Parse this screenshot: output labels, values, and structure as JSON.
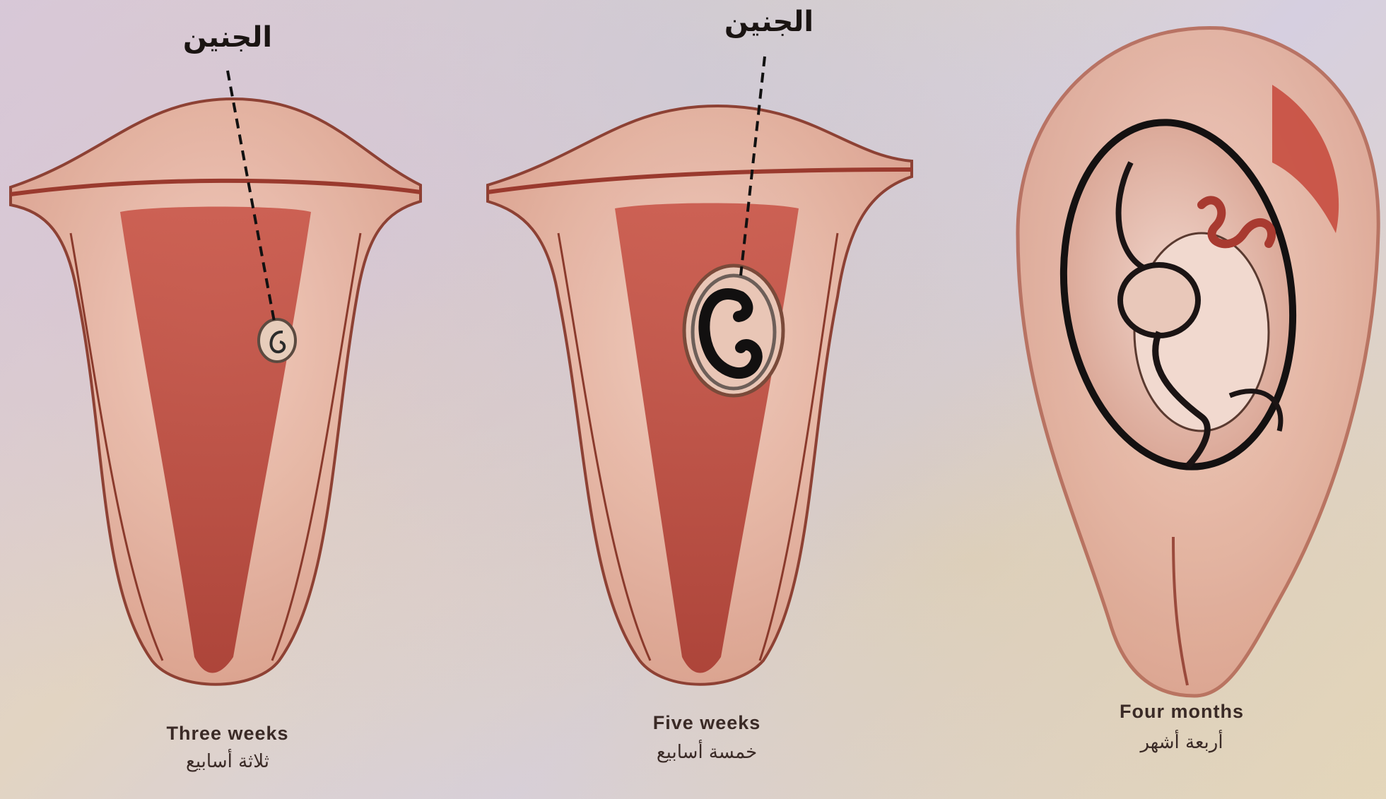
{
  "panels": [
    {
      "title_ar": "الجنين",
      "caption_en": "Three weeks",
      "caption_ar": "ثلاثة أسابيع"
    },
    {
      "title_ar": "الجنين",
      "caption_en": "Five weeks",
      "caption_ar": "خمسة أسابيع"
    },
    {
      "title_ar": "",
      "caption_en": "Four months",
      "caption_ar": "أربعة أشهر"
    }
  ],
  "colors": {
    "tissue": "#e8b9a6",
    "cavity": "#b8473a",
    "outline": "#8a3a2c",
    "embryo": "#151010"
  }
}
